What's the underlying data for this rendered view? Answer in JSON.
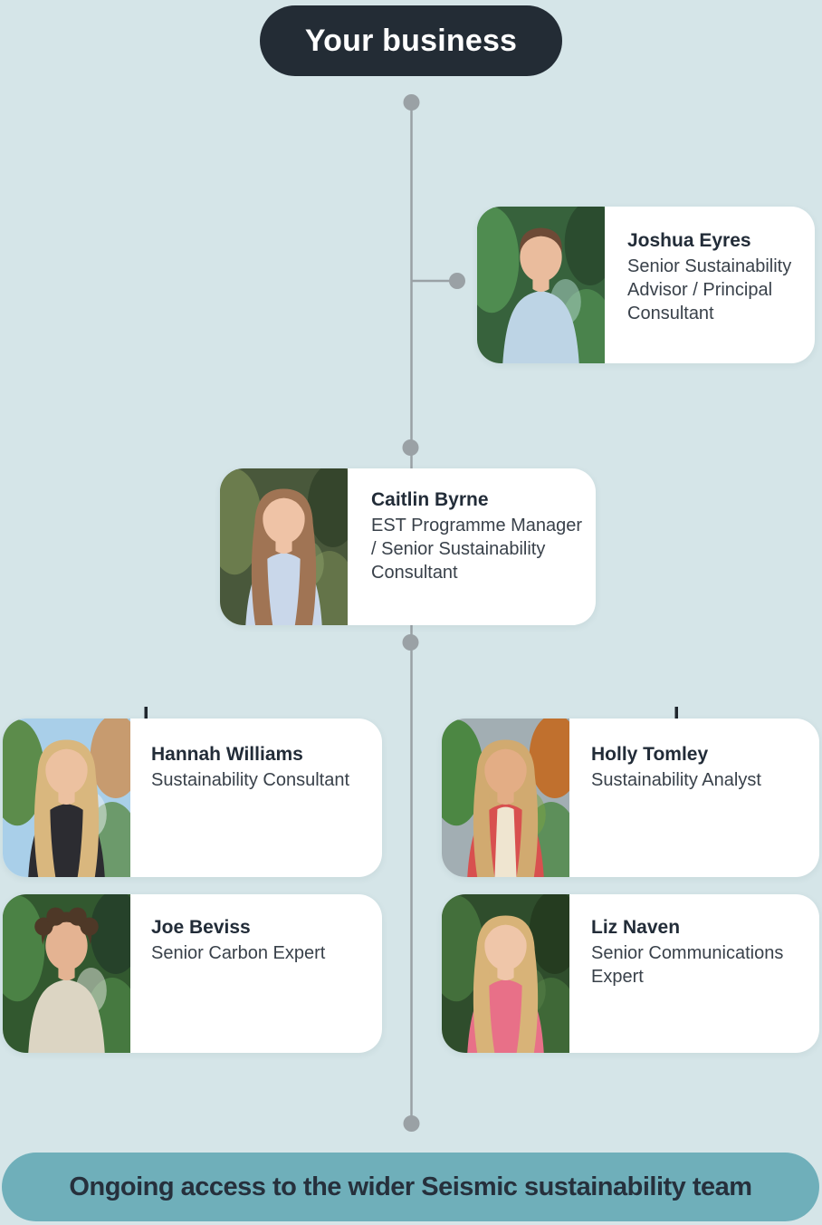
{
  "root": {
    "label": "Your business"
  },
  "banner": {
    "label": "Ongoing access to the wider Seismic sustainability team"
  },
  "members": [
    {
      "name": "Joshua Eyres",
      "role": "Senior Sustainability Advisor / Principal Consultant",
      "photo": {
        "bg": "#37623c",
        "leaf": "#4f8c50",
        "leaf2": "#2b4c2f",
        "accent": "#b3d9cf",
        "skin": "#eabc9d",
        "hair": "#6d4a36",
        "top": "#bdd4e5",
        "hair_style": "short"
      }
    },
    {
      "name": "Caitlin Byrne",
      "role": "EST Programme Manager / Senior Sustainability Consultant",
      "photo": {
        "bg": "#49583b",
        "leaf": "#6b7c4d",
        "leaf2": "#35452c",
        "accent": "#8ba06a",
        "skin": "#efc3a6",
        "hair": "#a07454",
        "top": "#c9d7ea",
        "hair_style": "long"
      }
    },
    {
      "name": "Hannah Williams",
      "role": "Sustainability Consultant",
      "photo": {
        "bg": "#a9cfe9",
        "leaf": "#5c8c4b",
        "leaf2": "#c79b6f",
        "accent": "#f0f4f6",
        "skin": "#ecc1a0",
        "hair": "#d9b77e",
        "top": "#2c2c31",
        "hair_style": "long"
      }
    },
    {
      "name": "Holly Tomley",
      "role": "Sustainability Analyst",
      "photo": {
        "bg": "#a2aeb3",
        "leaf": "#4c8743",
        "leaf2": "#c0702e",
        "accent": "#7ba33f",
        "skin": "#e3ad85",
        "hair": "#d1aa70",
        "top": "#d8504f",
        "top2": "#efe5d0",
        "hair_style": "long"
      }
    },
    {
      "name": "Joe Beviss",
      "role": "Senior Carbon Expert",
      "photo": {
        "bg": "#32582f",
        "leaf": "#4b8245",
        "leaf2": "#26422a",
        "accent": "#e9ebe5",
        "skin": "#e4b392",
        "hair": "#4e3827",
        "top": "#dcd5c3",
        "hair_style": "curly"
      }
    },
    {
      "name": "Liz Naven",
      "role": "Senior Communications Expert",
      "photo": {
        "bg": "#2f4d2c",
        "leaf": "#436f3b",
        "leaf2": "#253c20",
        "accent": "#59814a",
        "skin": "#efc6a9",
        "hair": "#d8b378",
        "top": "#e87088",
        "hair_style": "long"
      }
    }
  ],
  "colors": {
    "background": "#d5e5e8",
    "root_pill": "#232c35",
    "banner": "#6fafba",
    "card": "#ffffff",
    "name_text": "#222c38",
    "role_text": "#39414a",
    "connector": "#9aa1a5",
    "tick": "#1f262d"
  }
}
